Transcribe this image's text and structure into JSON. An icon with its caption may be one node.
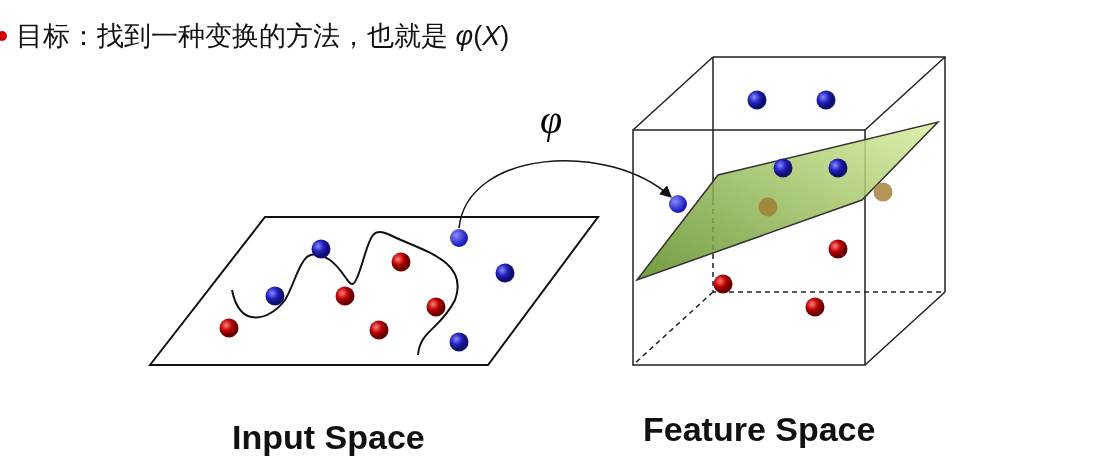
{
  "diagram": {
    "title": "目标：找到一种变换的方法，也就是 *φ*(*X*)",
    "nodes": [
      {
        "text": [],
        "shape": "circle"
      },
      {
        "text": [],
        "shape": "circle"
      }
    ],
    "edges": [
      {
        "from": 0,
        "to": 1,
        "arrow": "to",
        "label": "φ"
      }
    ],
    "labels": [
      "Input Space",
      "Feature Space"
    ]
  }
}
